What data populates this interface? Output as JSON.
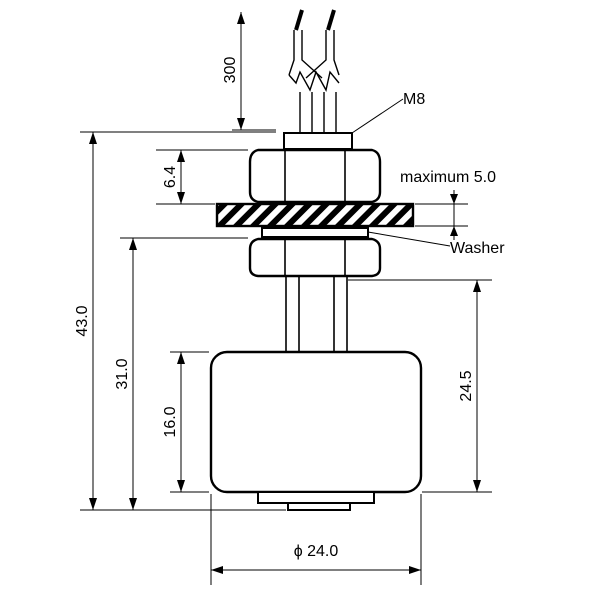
{
  "labels": {
    "thread": "M8",
    "max_thickness": "maximum 5.0",
    "washer": "Washer"
  },
  "dimensions": {
    "cable_length": "300",
    "nut_height": "6.4",
    "overall_height": "43.0",
    "mount_height": "31.0",
    "float_height": "16.0",
    "stem_height": "24.5",
    "float_diameter": "ϕ 24.0"
  }
}
